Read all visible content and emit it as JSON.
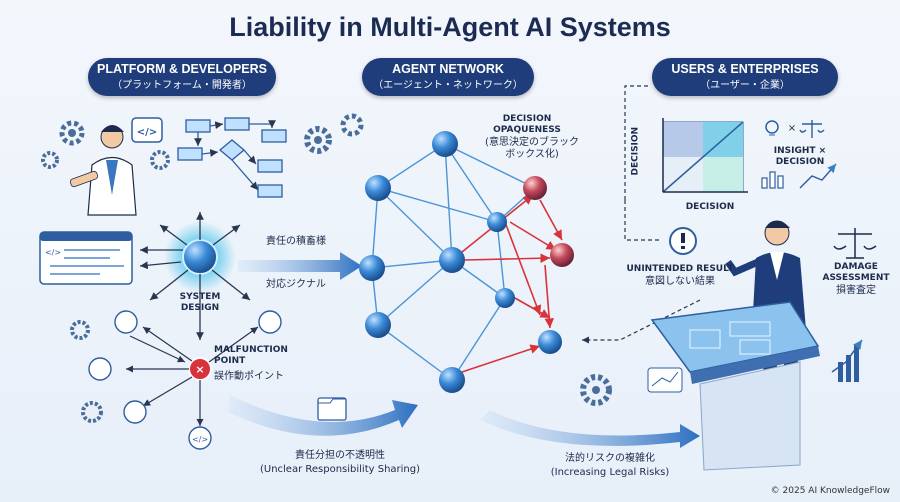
{
  "title": "Liability in Multi-Agent AI Systems",
  "sections": {
    "platform": {
      "title": "PLATFORM & DEVELOPERS",
      "subtitle": "（プラットフォーム・開発者）"
    },
    "network": {
      "title": "AGENT NETWORK",
      "subtitle": "（エージェント・ネットワーク）"
    },
    "users": {
      "title": "USERS & ENTERPRISES",
      "subtitle": "（ユーザー・企業）"
    }
  },
  "labels": {
    "accountability": "責任の積畜様",
    "response_signal": "対応ジクナル",
    "system_design": "SYSTEM\nDESIGN",
    "malfunction_en": "MALFUNCTION\nPOINT",
    "malfunction_jp": "誤作動ポイント",
    "opaqueness_en": "DECISION\nOPAQUENESS",
    "opaqueness_jp": "(意思決定のブラック\nボックス化)",
    "decision_y": "DECISION",
    "decision_x": "DECISION",
    "insight": "INSIGHT × DECISION",
    "unintended_en": "UNINTENDED RESULT",
    "unintended_jp": "意図しない結果",
    "damage_en": "DAMAGE\nASSESSMENT",
    "damage_jp": "損害査定",
    "unclear_jp": "責任分担の不透明性",
    "unclear_en": "(Unclear Responsibility Sharing)",
    "legal_jp": "法的リスクの複雑化",
    "legal_en": "(Increasing Legal Risks)",
    "code_glyph": "</>",
    "times": "×"
  },
  "copyright": "© 2025 AI KnowledgeFlow",
  "colors": {
    "navy": "#1f3d7a",
    "node": "#2f7fd0",
    "red": "#d8323a",
    "blue_line": "#3b7fc4"
  }
}
